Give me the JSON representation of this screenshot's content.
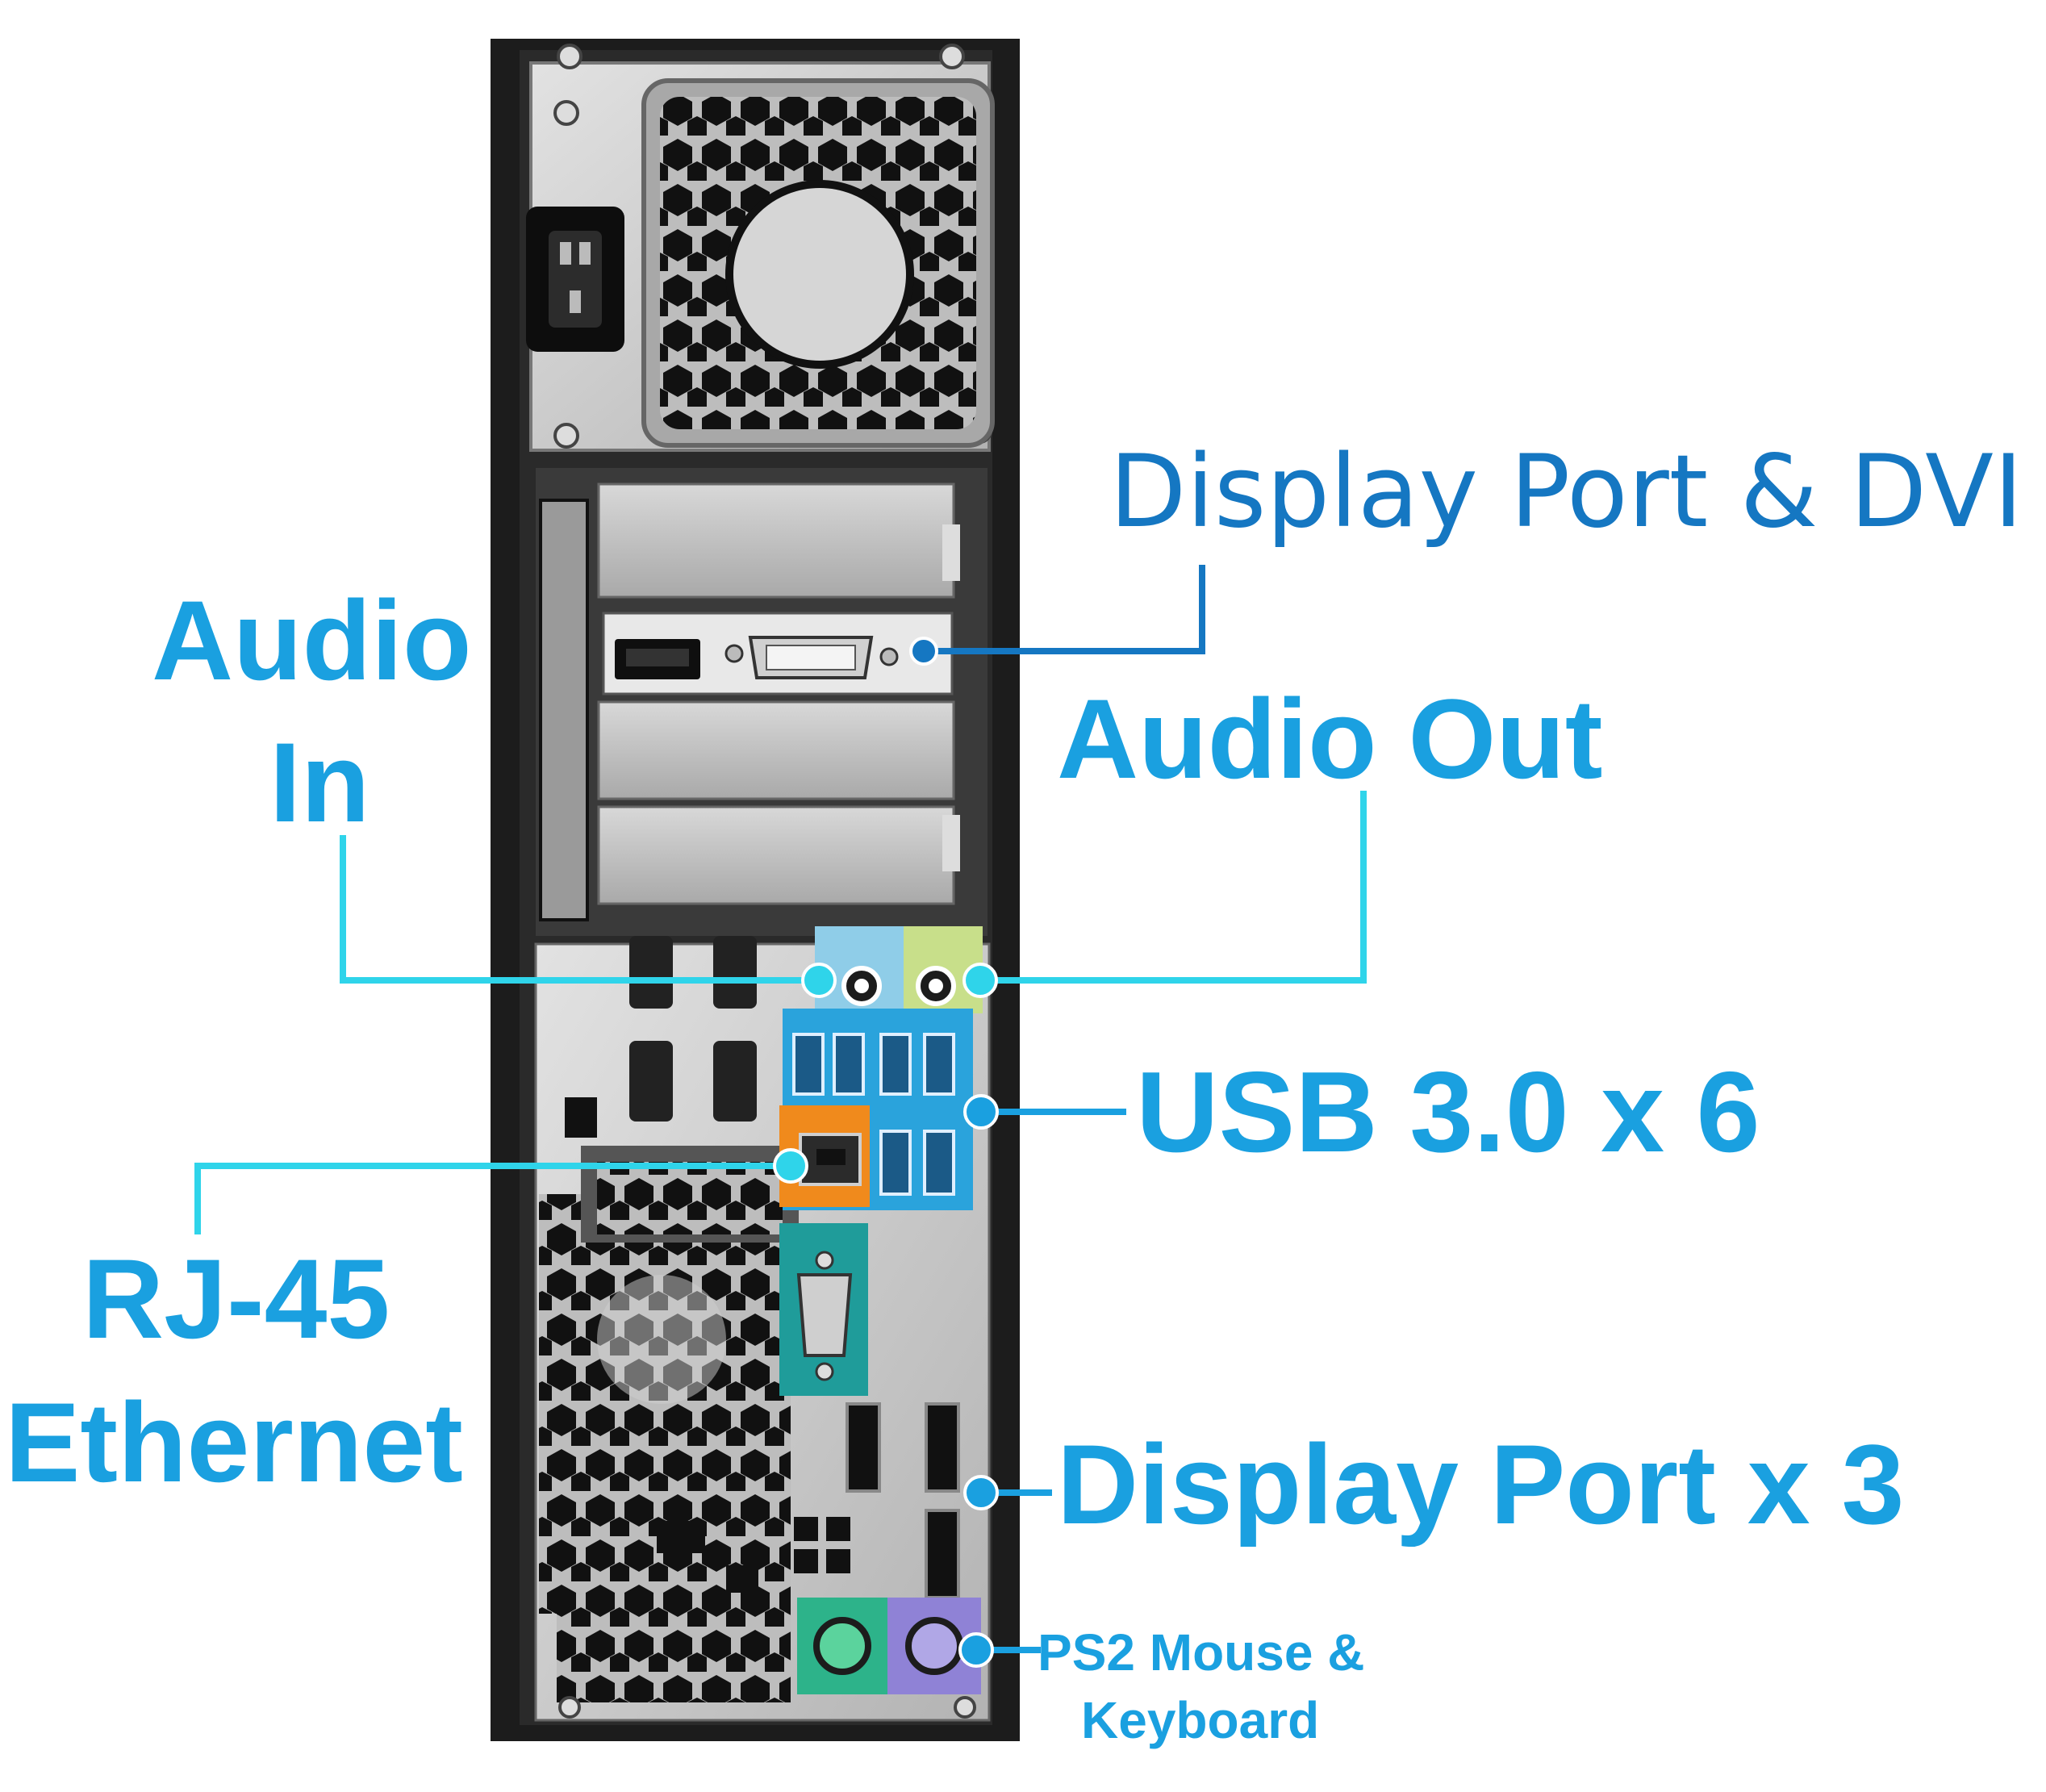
{
  "labels": {
    "display_port_dvi": "Display Port & DVI",
    "audio_in_line1": "Audio",
    "audio_in_line2": "In",
    "audio_out": "Audio Out",
    "usb": "USB 3.0 x 6",
    "rj45_line1": "RJ-45",
    "rj45_line2": "Ethernet",
    "display_port_x3": "Display Port x 3",
    "ps2_line1": "PS2 Mouse &",
    "ps2_line2": "Keyboard"
  },
  "colors": {
    "label_blue": "#1aa0e0",
    "label_blue_dark": "#1577c2",
    "callout_cyan": "#2fd4ea",
    "callout_blue": "#1577c2",
    "chassis_black": "#1c1c1c",
    "panel_silver": "#c9c9c9",
    "audio_in_jack": "#8fcde8",
    "audio_out_jack": "#c8df8a",
    "usb3_blue": "#2aa3dc",
    "ethernet_orange": "#f08a1c",
    "serial_teal": "#1f9c9a",
    "ps2_mouse_green": "#2db38a",
    "ps2_keyboard_purple": "#8f82d6"
  },
  "icons": [
    "power-inlet-icon",
    "fan-grille-icon",
    "audio-jack-icon",
    "usb-port-icon",
    "rj45-port-icon",
    "serial-port-icon",
    "displayport-icon",
    "dvi-port-icon",
    "ps2-port-icon"
  ]
}
